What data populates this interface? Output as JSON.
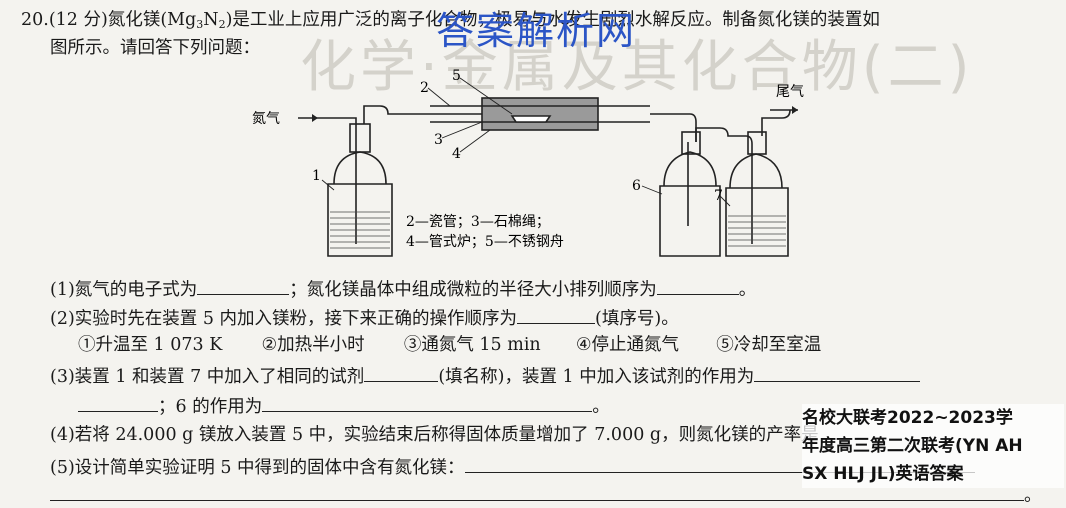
{
  "bg_title": "化学·金属及其化合物(二)",
  "watermark": "答案解析网",
  "question": {
    "line1_pre": "20.(12 分)氮化镁(Mg",
    "line1_sub1": "3",
    "line1_mid": "N",
    "line1_sub2": "2",
    "line1_post": ")是工业上应用广泛的离子化合物，极易与水发生剧烈水解反应。制备氮化镁的装置如",
    "line2": "图所示。请回答下列问题："
  },
  "diagram": {
    "nitrogen_label": "氮气",
    "tail_gas_label": "尾气",
    "num_1": "1",
    "num_2": "2",
    "num_3": "3",
    "num_4": "4",
    "num_5": "5",
    "num_6": "6",
    "num_7": "7",
    "legend_line1": "2—瓷管；3—石棉绳；",
    "legend_line2": "4—管式炉；5—不锈钢舟"
  },
  "q1": {
    "a": "(1)氮气的电子式为",
    "b": "；氮化镁晶体中组成微粒的半径大小排列顺序为",
    "c": "。"
  },
  "q2": {
    "a": "(2)实验时先在装置 5 内加入镁粉，接下来正确的操作顺序为",
    "b": "(填序号)。"
  },
  "q2_options": [
    "①升温至 1 073 K",
    "②加热半小时",
    "③通氮气 15 min",
    "④停止通氮气",
    "⑤冷却至室温"
  ],
  "q3": {
    "a": "(3)装置 1 和装置 7 中加入了相同的试剂",
    "b": "(填名称)，装置 1 中加入该试剂的作用为"
  },
  "q3b": {
    "a": "；6 的作用为",
    "b": "。"
  },
  "q4": {
    "a": "(4)若将 24.000 g 镁放入装置 5 中，实验结束后称得固体质量增加了 7.000 g，则氮化镁的产率是"
  },
  "q5": {
    "a": "(5)设计简单实验证明 5 中得到的固体中含有氮化镁："
  },
  "end_mark": "。",
  "stamp": {
    "line1": "名校大联考2022~2023学",
    "line2": "年度高三第二次联考(YN AH",
    "line3": "SX HLJ JL)英语答案"
  }
}
